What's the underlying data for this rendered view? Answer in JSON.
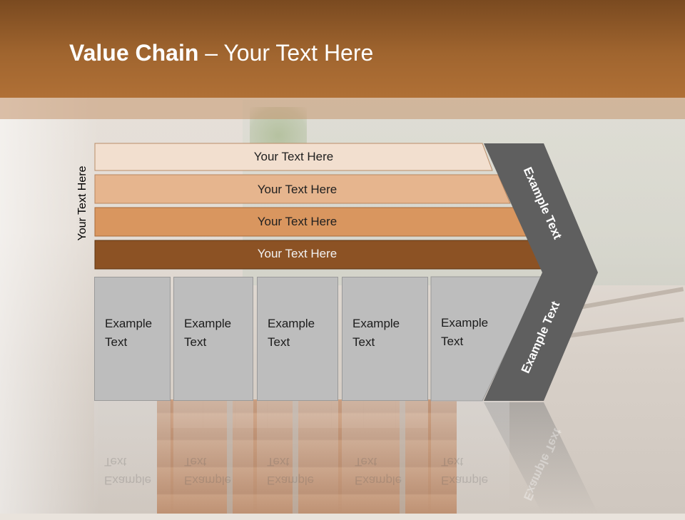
{
  "title": {
    "bold": "Value Chain",
    "rest": " – Your Text Here"
  },
  "side_label": "Your Text Here",
  "rows": [
    {
      "label": "Your Text Here",
      "color": "#f2dfcf"
    },
    {
      "label": "Your Text Here",
      "color": "#e6b58e"
    },
    {
      "label": "Your Text Here",
      "color": "#d9965f"
    },
    {
      "label": "Your Text Here",
      "color": "#8c5224"
    }
  ],
  "columns": [
    {
      "label": "Example\nText"
    },
    {
      "label": "Example\nText"
    },
    {
      "label": "Example\nText"
    },
    {
      "label": "Example\nText"
    },
    {
      "label": "Example\nText"
    }
  ],
  "arrow": {
    "upper_label": "Example Text",
    "lower_label": "Example Text",
    "color": "#5f5f5f"
  },
  "colors": {
    "header_dark": "#7a4a20",
    "header_light": "#b07036",
    "column_fill": "#bdbdbd"
  }
}
